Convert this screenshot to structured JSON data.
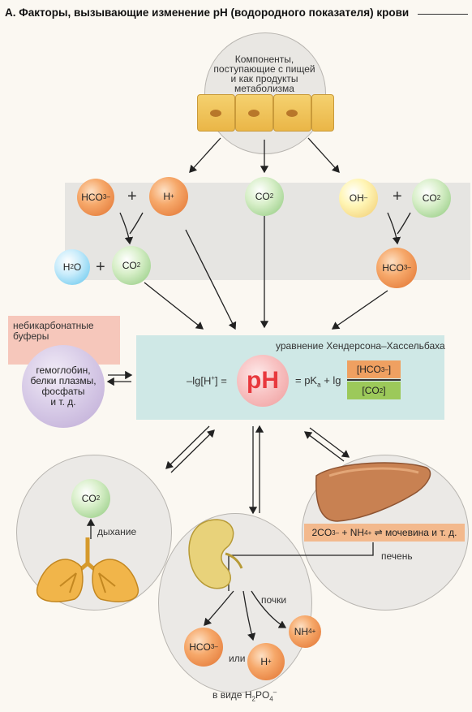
{
  "title": "А. Факторы, вызывающие изменение pH (водородного показателя) крови",
  "food": {
    "label_lines": [
      "Компоненты,",
      "поступающие с пищей",
      "и как продукты",
      "метаболизма"
    ]
  },
  "reactions": {
    "left": {
      "a": "HCO",
      "a_sub": "3",
      "a_sup": "–",
      "b": "H",
      "b_sup": "+",
      "plus": "+"
    },
    "middle": {
      "a": "CO",
      "a_sub": "2"
    },
    "right": {
      "a": "OH",
      "a_sup": "–",
      "b": "CO",
      "b_sub": "2",
      "plus": "+"
    },
    "left_product": {
      "a": "H",
      "a_sub": "2",
      "a_tail": "O",
      "b": "CO",
      "b_sub": "2",
      "plus": "+"
    },
    "right_product": {
      "a": "HCO",
      "a_sub": "3",
      "a_sup": "–"
    }
  },
  "buffers": {
    "header_lines": [
      "небикарбонатные",
      "буферы"
    ],
    "ball_lines": [
      "гемоглобин,",
      "белки плазмы,",
      "фосфаты",
      "и т. д."
    ]
  },
  "equation": {
    "title": "уравнение Хендерсона–Хассельбаха",
    "lhs": "–lg[H",
    "lhs_sup": "+",
    "lhs_tail": "] =",
    "ph": "pH",
    "rhs": "= pK",
    "rhs_sub": "a",
    "rhs_tail": "+ lg",
    "numerator": "[HCO",
    "numerator_sub": "3",
    "numerator_sup": "–",
    "numerator_tail": "]",
    "denominator": "[CO",
    "denominator_sub": "2",
    "denominator_tail": "]"
  },
  "lungs": {
    "co2": "CO",
    "co2_sub": "2",
    "label": "дыхание"
  },
  "kidney": {
    "label": "почки",
    "hco3": "HCO",
    "hco3_sub": "3",
    "hco3_sup": "–",
    "or": "или",
    "h": "H",
    "h_sup": "+",
    "nh4": "NH",
    "nh4_sub": "4",
    "nh4_sup": "+",
    "form_prefix": "в виде",
    "form": "H",
    "form_sub1": "2",
    "form_mid": "PO",
    "form_sub2": "4",
    "form_sup": "–"
  },
  "liver": {
    "reaction_left": "2CO",
    "reaction_sub": "3",
    "reaction_sup": "–",
    "reaction_plus": "+ NH",
    "reaction_sub2": "4",
    "reaction_sup2": "+",
    "reaction_arrow": "⇌",
    "reaction_right": "мочевина и т. д.",
    "label": "печень"
  },
  "colors": {
    "bicarbonate": "#e0702e",
    "co2": "#8cc77a",
    "ph": "#e8383d",
    "equation_bg": "#cfe8e6",
    "buffers_bg": "#f6c7bb"
  }
}
